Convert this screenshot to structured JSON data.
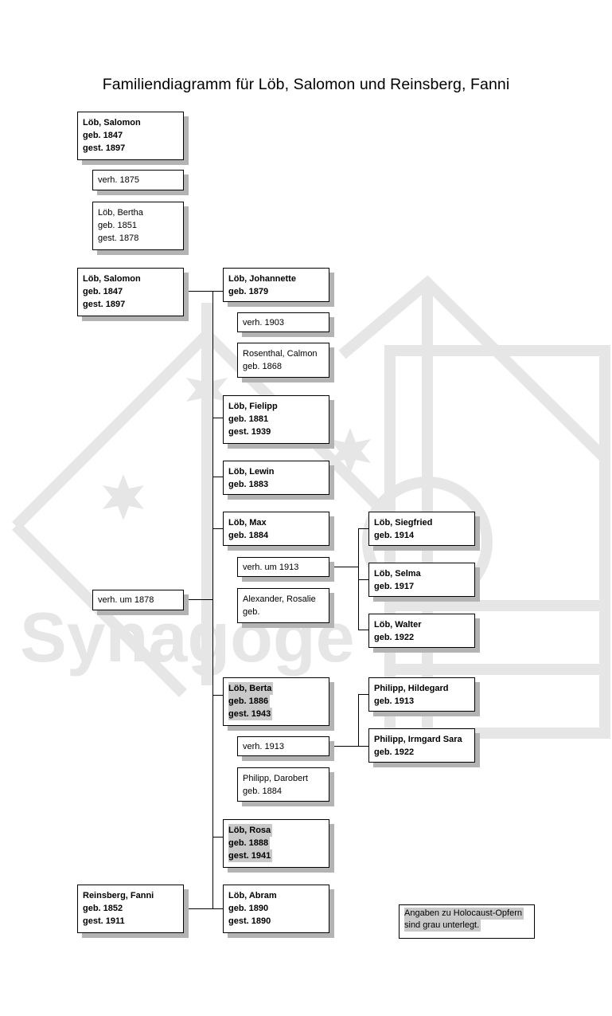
{
  "title": "Familiendiagramm für Löb, Salomon und Reinsberg, Fanni",
  "watermark": {
    "text": "Synagoge",
    "color": "#e6e6e6"
  },
  "colors": {
    "shadow": "#b3b3b3",
    "victim_highlight": "#c9c9c9"
  },
  "boxes": {
    "salomon_top": {
      "lines": [
        "Löb, Salomon",
        "geb. 1847",
        "gest. 1897"
      ]
    },
    "marriage_1875": {
      "lines": [
        "verh. 1875"
      ]
    },
    "bertha": {
      "lines": [
        "Löb, Bertha",
        "geb. 1851",
        "gest. 1878"
      ]
    },
    "salomon": {
      "lines": [
        "Löb, Salomon",
        "geb. 1847",
        "gest. 1897"
      ]
    },
    "marriage_1878": {
      "lines": [
        "verh. um 1878"
      ]
    },
    "fanni": {
      "lines": [
        "Reinsberg, Fanni",
        "geb. 1852",
        "gest. 1911"
      ]
    },
    "johannette": {
      "lines": [
        "Löb, Johannette",
        "geb. 1879"
      ]
    },
    "marriage_1903": {
      "lines": [
        "verh. 1903"
      ]
    },
    "calmon": {
      "lines": [
        "Rosenthal, Calmon",
        "geb. 1868"
      ]
    },
    "fielipp": {
      "lines": [
        "Löb, Fielipp",
        "geb. 1881",
        "gest. 1939"
      ]
    },
    "lewin": {
      "lines": [
        "Löb, Lewin",
        "geb. 1883"
      ]
    },
    "max": {
      "lines": [
        "Löb, Max",
        "geb. 1884"
      ]
    },
    "marriage_1913a": {
      "lines": [
        "verh. um 1913"
      ]
    },
    "rosalie": {
      "lines": [
        "Alexander, Rosalie",
        "geb."
      ]
    },
    "berta": {
      "lines": [
        "Löb, Berta",
        "geb. 1886",
        "gest. 1943"
      ]
    },
    "marriage_1913b": {
      "lines": [
        "verh. 1913"
      ]
    },
    "darobert": {
      "lines": [
        "Philipp, Darobert",
        "geb. 1884"
      ]
    },
    "rosa": {
      "lines": [
        "Löb, Rosa",
        "geb. 1888",
        "gest. 1941"
      ]
    },
    "abram": {
      "lines": [
        "Löb, Abram",
        "geb. 1890",
        "gest. 1890"
      ]
    },
    "siegfried": {
      "lines": [
        "Löb, Siegfried",
        "geb. 1914"
      ]
    },
    "selma": {
      "lines": [
        "Löb, Selma",
        "geb. 1917"
      ]
    },
    "walter": {
      "lines": [
        "Löb, Walter",
        "geb. 1922"
      ]
    },
    "hildegard": {
      "lines": [
        "Philipp, Hildegard",
        "geb. 1913"
      ]
    },
    "irmgard": {
      "lines": [
        "Philipp, Irmgard Sara",
        "geb. 1922"
      ]
    }
  },
  "note": {
    "lines": [
      "Angaben zu Holocaust-Opfern",
      "sind grau unterlegt."
    ]
  }
}
